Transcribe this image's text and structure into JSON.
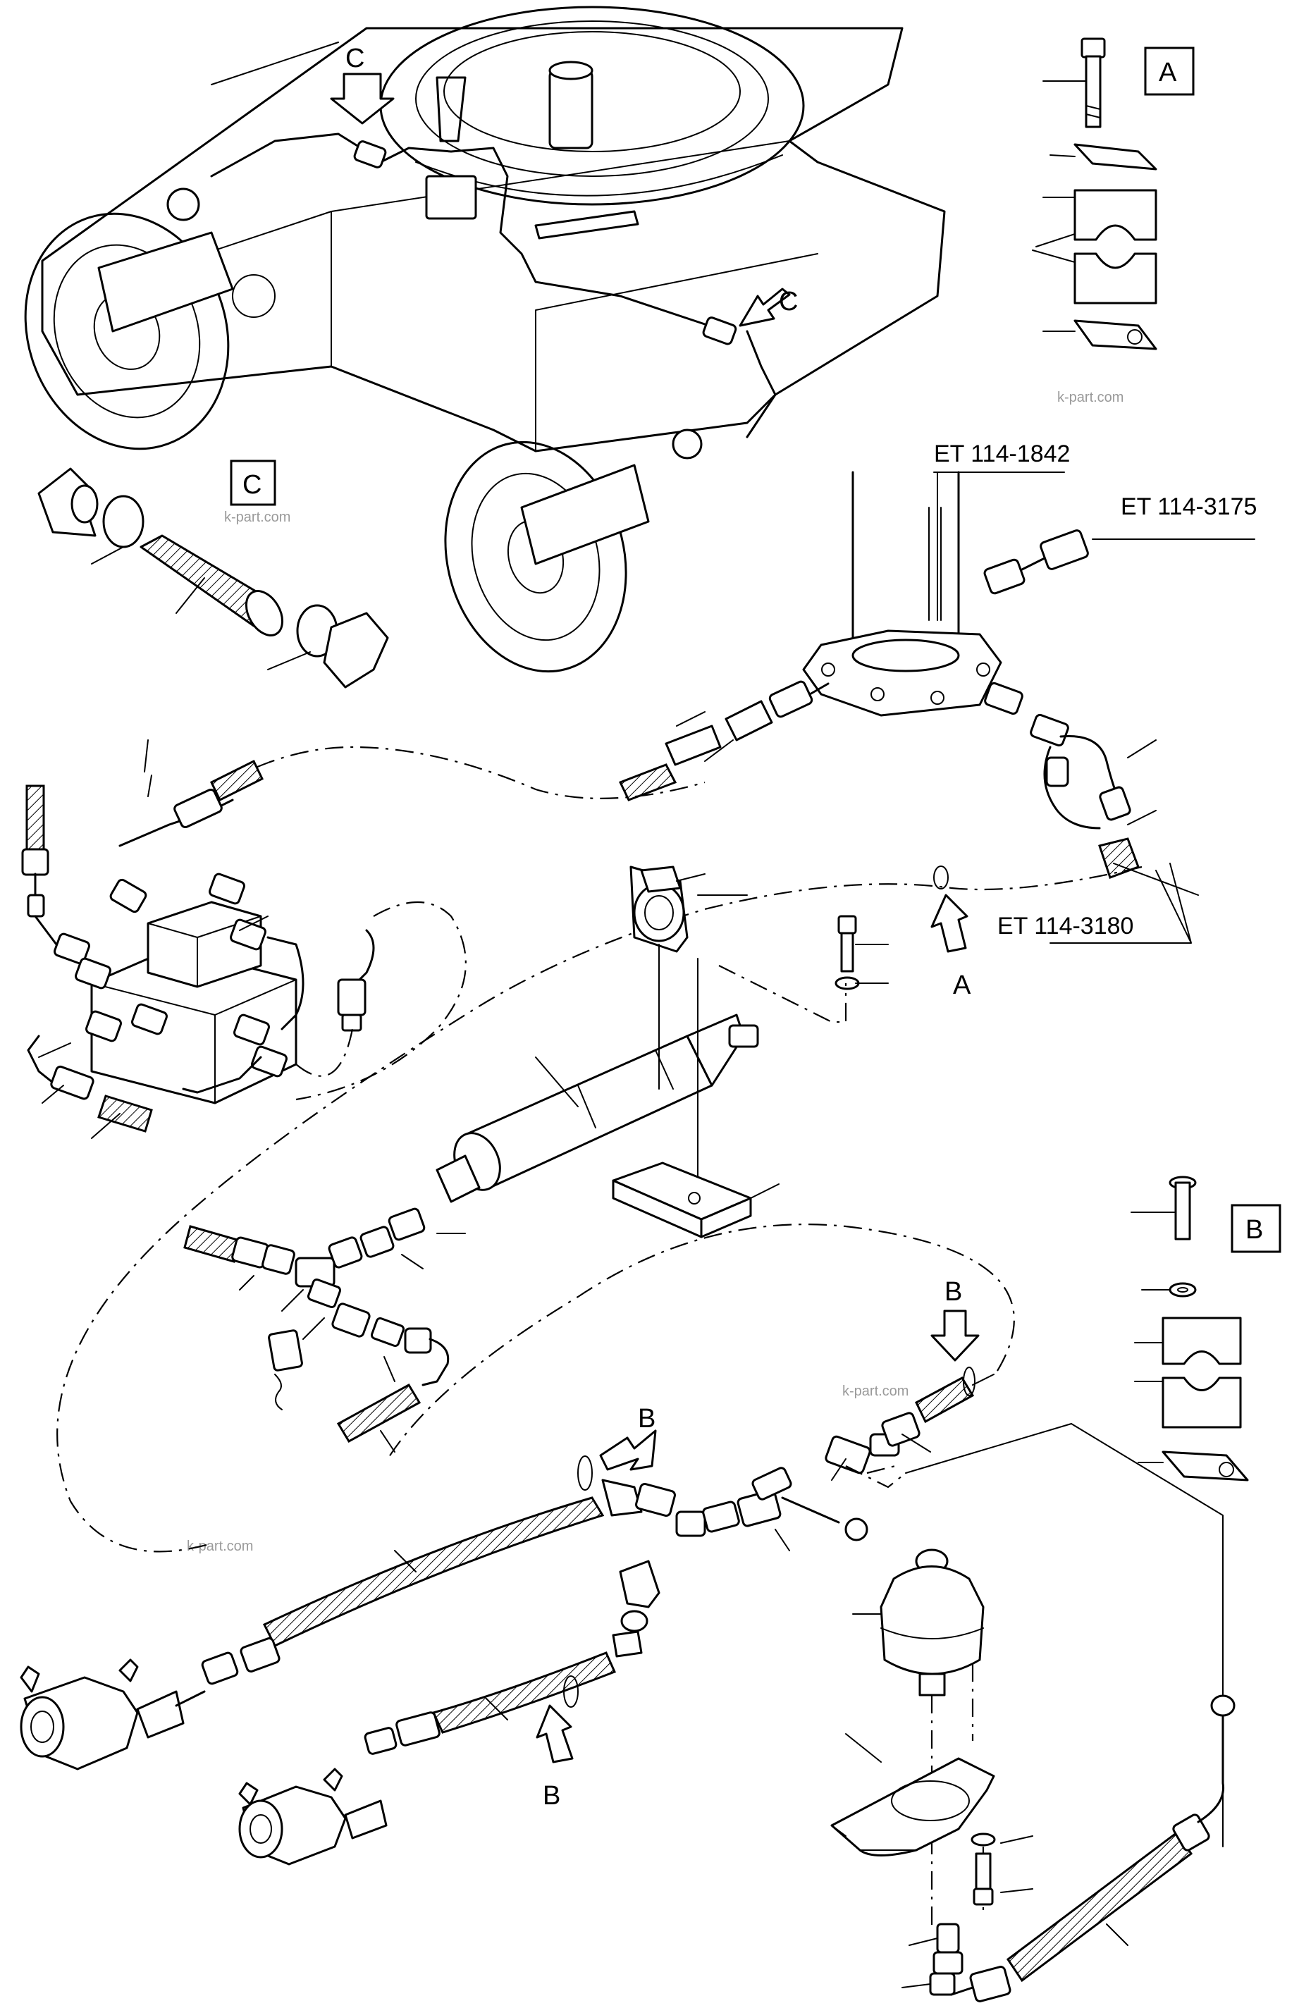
{
  "detail_labels": {
    "a": "A",
    "b": "B",
    "c": "C"
  },
  "view_arrows": {
    "a": "A",
    "b": "B",
    "c": "C"
  },
  "part_refs": {
    "upper_pipe": "ET 114-1842",
    "right_pipe": "ET 114-3175",
    "return_hose": "ET 114-3180"
  },
  "watermark": "k-part.com"
}
